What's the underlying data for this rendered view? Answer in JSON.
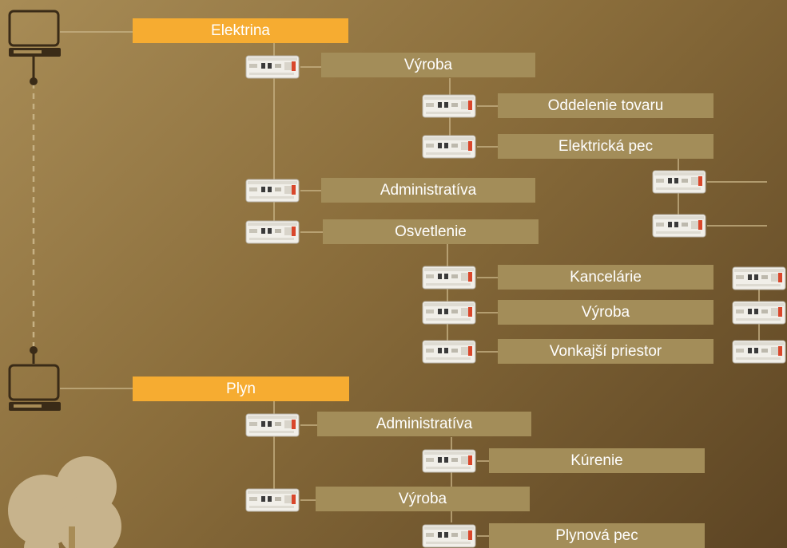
{
  "colors": {
    "accent": "#f6ac31",
    "label_bg": "#a38d59",
    "line": "#c6b184",
    "icon": "#3a2b17",
    "text": "#ffffff"
  },
  "icons": {
    "computer": "computer-icon",
    "meter": "energy-meter-device-icon",
    "tree": "tree-icon"
  },
  "labels": {
    "elektrina": "Elektrina",
    "vyroba_1": "Výroba",
    "oddelenie": "Oddelenie tovaru",
    "elektricka_pec": "Elektrická pec",
    "administrativa_1": "Administratíva",
    "osvetlenie": "Osvetlenie",
    "kancelarie": "Kancelárie",
    "vyroba_2": "Výroba",
    "vonkajsi": "Vonkajší priestor",
    "plyn": "Plyn",
    "administrativa_2": "Administratíva",
    "kurenie": "Kúrenie",
    "vyroba_3": "Výroba",
    "plynova_pec": "Plynová pec"
  }
}
